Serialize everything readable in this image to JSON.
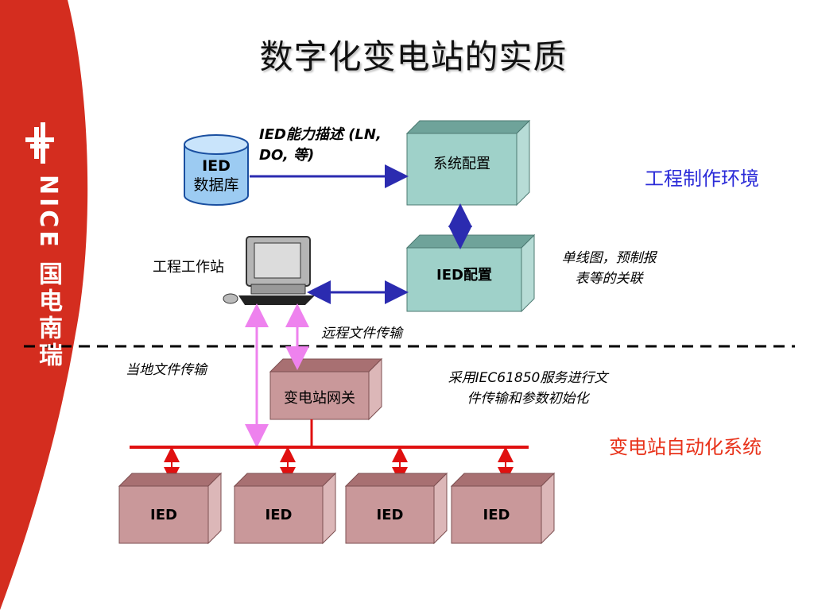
{
  "title": "数字化变电站的实质",
  "brand": {
    "logo_icon": "nice-logo-icon",
    "text": "NICE 国电南瑞",
    "color": "#d42d1f"
  },
  "database": {
    "line1": "IED",
    "line2": "数据库"
  },
  "ied_capability_note": {
    "line1": "IED能力描述 (LN,",
    "line2": "DO, 等)"
  },
  "system_config": {
    "label": "系统配置"
  },
  "ied_config": {
    "label": "IED配置"
  },
  "workstation": {
    "label": "工程工作站",
    "icon": "computer-icon"
  },
  "single_line_note": {
    "line1": "单线图，预制报",
    "line2": "表等的关联"
  },
  "remote_transfer": "远程文件传输",
  "local_transfer": "当地文件传输",
  "gateway": {
    "label": "变电站网关"
  },
  "iec_note": {
    "line1": "采用IEC61850服务进行文",
    "line2": "件传输和参数初始化"
  },
  "engineering_env": "工程制作环境",
  "substation_system": "变电站自动化系统",
  "ieds": [
    "IED",
    "IED",
    "IED",
    "IED"
  ],
  "colors": {
    "teal_face": "#9fd1c9",
    "teal_top": "#6fa39a",
    "pink_face": "#c9989a",
    "pink_top": "#a87072",
    "bus_red": "#e01010",
    "arrow_blue": "#2b2bb0",
    "arrow_violet": "#ee82ee",
    "region_blue": "#2b2bd8",
    "region_red": "#e8321a"
  }
}
